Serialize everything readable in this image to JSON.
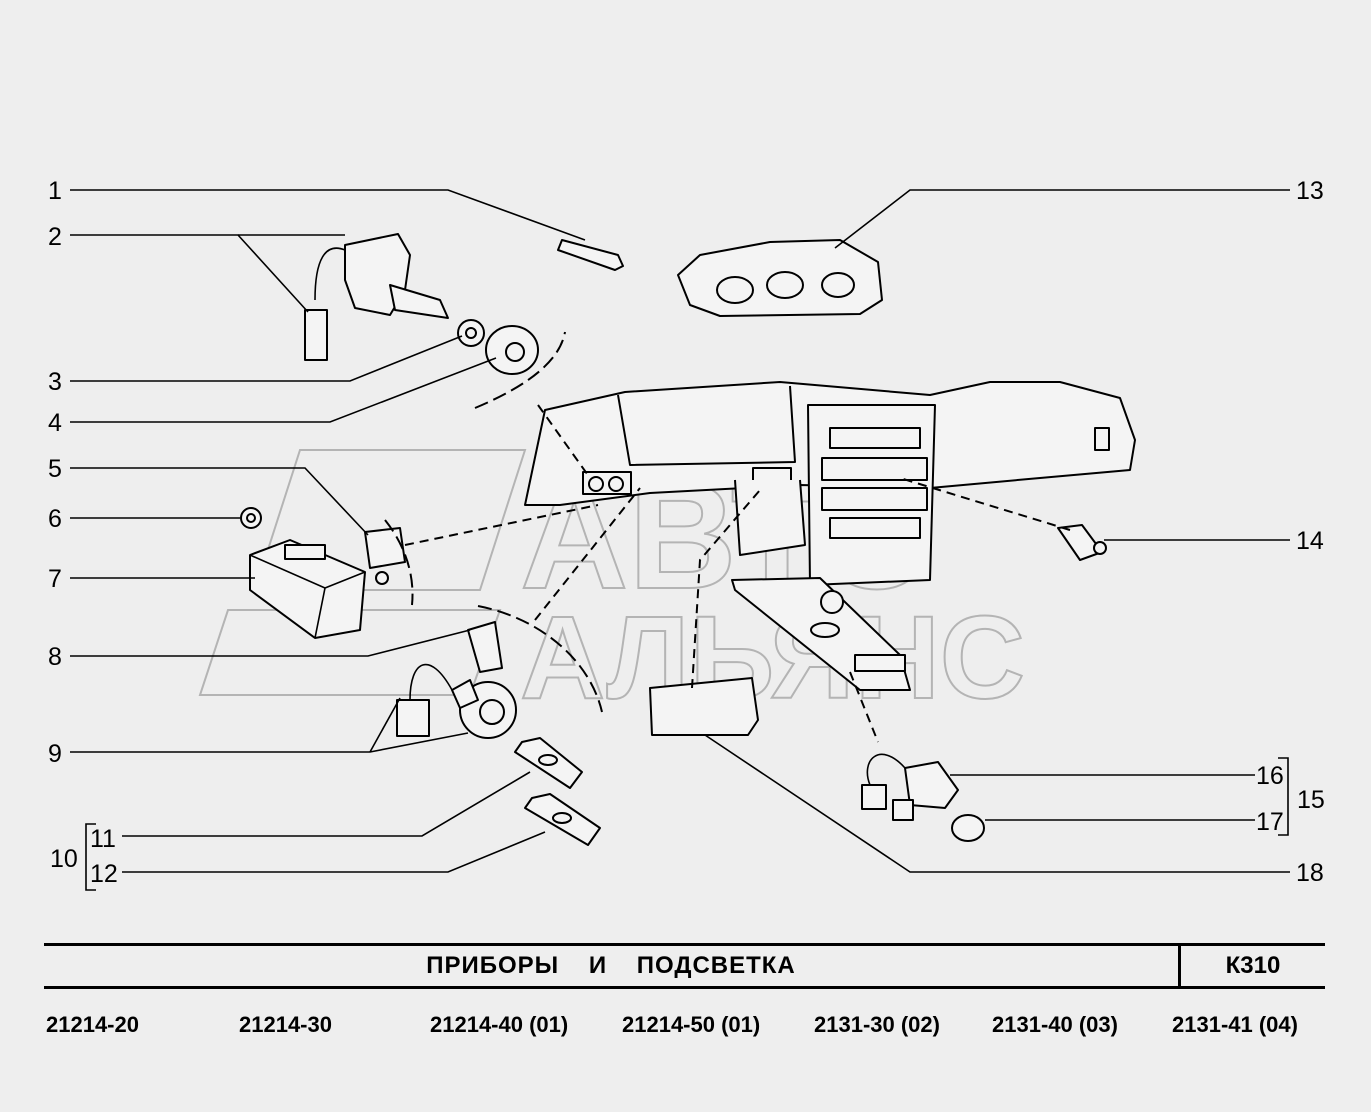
{
  "title": "ПРИБОРЫ   И   ПОДСВЕТКА",
  "page_code": "К310",
  "watermark": {
    "line1": "АВТО",
    "line2": "АЛЬЯНС"
  },
  "callouts": {
    "c1": "1",
    "c2": "2",
    "c3": "3",
    "c4": "4",
    "c5": "5",
    "c6": "6",
    "c7": "7",
    "c8": "8",
    "c9": "9",
    "c10": "10",
    "c11": "11",
    "c12": "12",
    "c13": "13",
    "c14": "14",
    "c15": "15",
    "c16": "16",
    "c17": "17",
    "c18": "18"
  },
  "models": [
    "21214-20",
    "21214-30",
    "21214-40 (01)",
    "21214-50 (01)",
    "2131-30 (02)",
    "2131-40 (03)",
    "2131-41 (04)"
  ]
}
